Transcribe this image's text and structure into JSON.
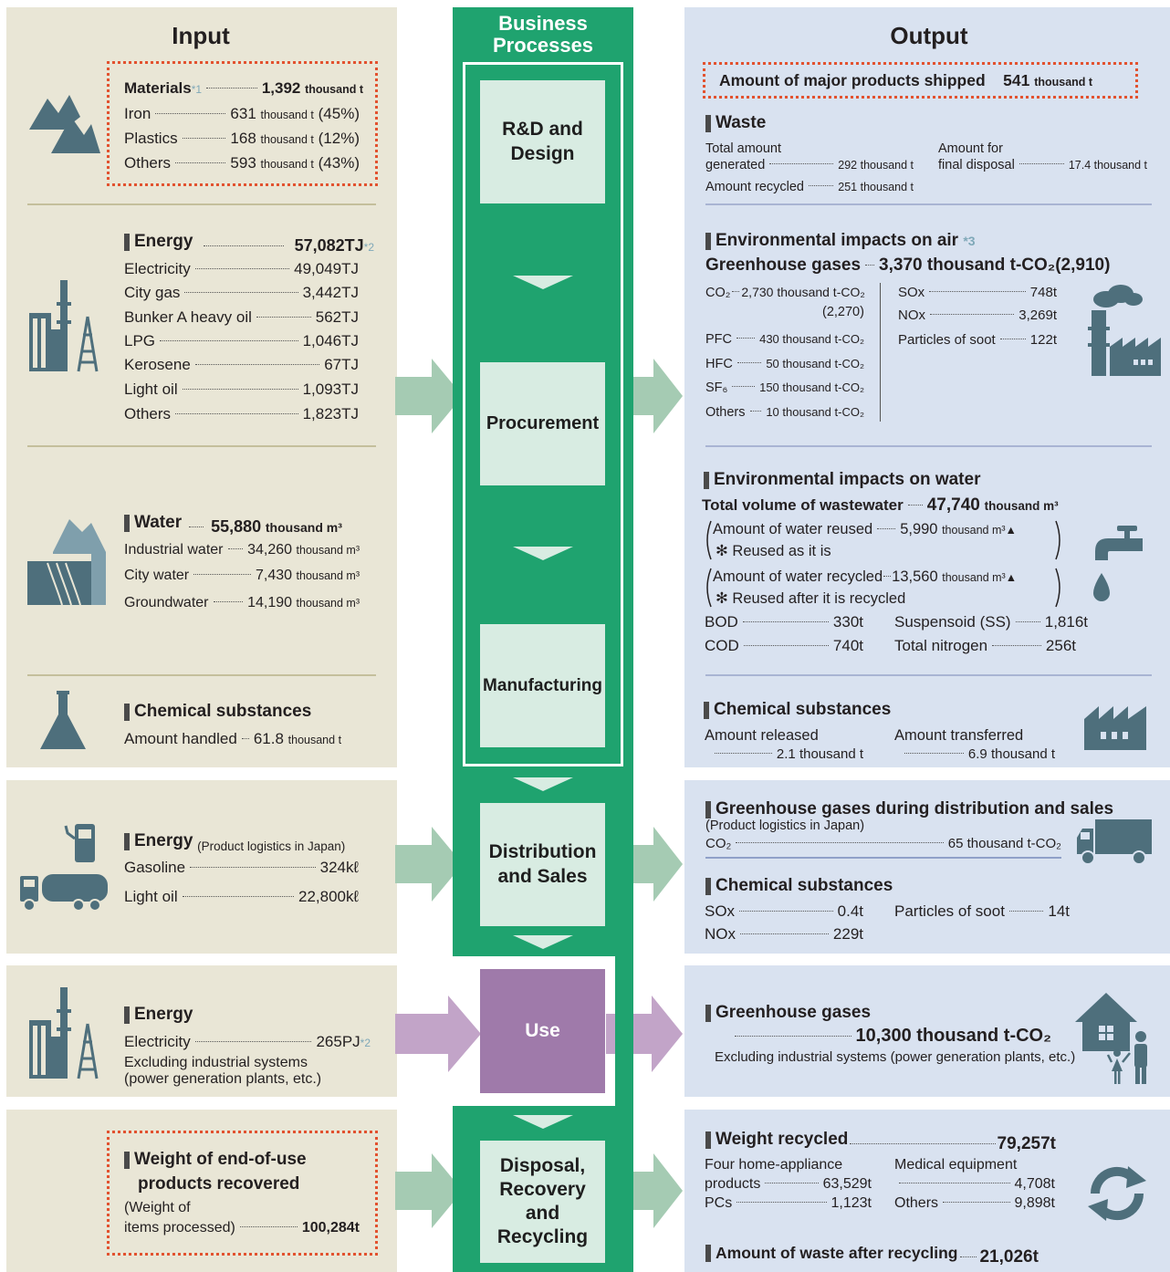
{
  "input": {
    "heading": "Input",
    "materials": {
      "title": "Materials",
      "note": "*1",
      "total": "1,392",
      "total_unit": "thousand t",
      "items": [
        {
          "label": "Iron",
          "value": "631",
          "unit": "thousand t",
          "pct": "(45%)"
        },
        {
          "label": "Plastics",
          "value": "168",
          "unit": "thousand t",
          "pct": "(12%)"
        },
        {
          "label": "Others",
          "value": "593",
          "unit": "thousand t",
          "pct": "(43%)"
        }
      ]
    },
    "energy": {
      "title": "Energy",
      "total": "57,082TJ",
      "note": "*2",
      "items": [
        {
          "label": "Electricity",
          "value": "49,049TJ"
        },
        {
          "label": "City gas",
          "value": "3,442TJ"
        },
        {
          "label": "Bunker A heavy oil",
          "value": "562TJ"
        },
        {
          "label": "LPG",
          "value": "1,046TJ"
        },
        {
          "label": "Kerosene",
          "value": "67TJ"
        },
        {
          "label": "Light oil",
          "value": "1,093TJ"
        },
        {
          "label": "Others",
          "value": "1,823TJ"
        }
      ]
    },
    "water": {
      "title": "Water",
      "total": "55,880",
      "total_unit": "thousand m³",
      "items": [
        {
          "label": "Industrial water",
          "value": "34,260",
          "unit": "thousand m³"
        },
        {
          "label": "City water",
          "value": "7,430",
          "unit": "thousand m³"
        },
        {
          "label": "Groundwater",
          "value": "14,190",
          "unit": "thousand m³"
        }
      ]
    },
    "chemical": {
      "title": "Chemical substances",
      "label": "Amount handled",
      "value": "61.8",
      "unit": "thousand t"
    },
    "logistics": {
      "title": "Energy",
      "subtitle": "(Product logistics in Japan)",
      "items": [
        {
          "label": "Gasoline",
          "value": "324kℓ"
        },
        {
          "label": "Light oil",
          "value": "22,800kℓ"
        }
      ]
    },
    "use": {
      "title": "Energy",
      "label": "Electricity",
      "value": "265PJ",
      "note": "*2",
      "line1": "Excluding industrial systems",
      "line2": "(power generation plants, etc.)"
    },
    "recovered": {
      "line1": "Weight of end-of-use",
      "line2": "products recovered",
      "line3": "(Weight of",
      "line4": "items processed)",
      "value": "100,284t"
    }
  },
  "process": {
    "heading_line1": "Business",
    "heading_line2": "Processes",
    "rd_line1": "R&D and",
    "rd_line2": "Design",
    "procurement": "Procurement",
    "manufacturing": "Manufacturing",
    "distribution_line1": "Distribution",
    "distribution_line2": "and Sales",
    "use": "Use",
    "disposal_line1": "Disposal,",
    "disposal_line2": "Recovery",
    "disposal_line3": "and",
    "disposal_line4": "Recycling"
  },
  "output": {
    "heading": "Output",
    "shipped_label": "Amount of major products shipped",
    "shipped_value": "541",
    "shipped_unit": "thousand t",
    "waste": {
      "title": "Waste",
      "generated_l1": "Total amount",
      "generated_l2": "generated",
      "generated_value": "292 thousand t",
      "recycled_label": "Amount recycled",
      "recycled_value": "251 thousand t",
      "disposal_l1": "Amount for",
      "disposal_l2": "final disposal",
      "disposal_value": "17.4 thousand t"
    },
    "air": {
      "title": "Environmental impacts on air",
      "note": "*3",
      "ghg_label": "Greenhouse gases",
      "ghg_value": "3,370 thousand t-CO₂(2,910)",
      "co2_label": "CO₂",
      "co2_value": "2,730 thousand t-CO₂",
      "co2_paren": "(2,270)",
      "gases": [
        {
          "label": "PFC",
          "value": "430 thousand t-CO₂"
        },
        {
          "label": "HFC",
          "value": "50 thousand t-CO₂"
        },
        {
          "label": "SF₆",
          "value": "150 thousand t-CO₂"
        },
        {
          "label": "Others",
          "value": "10 thousand t-CO₂"
        }
      ],
      "pollutants": [
        {
          "label": "SOx",
          "value": "748t"
        },
        {
          "label": "NOx",
          "value": "3,269t"
        },
        {
          "label": "Particles of soot",
          "value": "122t"
        }
      ]
    },
    "water": {
      "title": "Environmental impacts on water",
      "total_label": "Total volume of wastewater",
      "total_value": "47,740",
      "total_unit": "thousand m³",
      "reused_label": "Amount of water reused",
      "reused_value": "5,990",
      "reused_unit": "thousand m³▲",
      "reused_note": "✻ Reused as it is",
      "recycled_label": "Amount of water recycled",
      "recycled_value": "13,560",
      "recycled_unit": "thousand m³▲",
      "recycled_note": "✻ Reused after it is recycled",
      "bod_label": "BOD",
      "bod_value": "330t",
      "cod_label": "COD",
      "cod_value": "740t",
      "ss_label": "Suspensoid (SS)",
      "ss_value": "1,816t",
      "tn_label": "Total nitrogen",
      "tn_value": "256t"
    },
    "chemical": {
      "title": "Chemical substances",
      "released_label": "Amount released",
      "released_value": "2.1 thousand t",
      "transferred_label": "Amount transferred",
      "transferred_value": "6.9 thousand t"
    },
    "distribution": {
      "title": "Greenhouse gases during distribution and sales",
      "subtitle": "(Product logistics in Japan)",
      "co2_label": "CO₂",
      "co2_value": "65 thousand t-CO₂",
      "chem_title": "Chemical substances",
      "sox_label": "SOx",
      "sox_value": "0.4t",
      "nox_label": "NOx",
      "nox_value": "229t",
      "soot_label": "Particles of soot",
      "soot_value": "14t"
    },
    "use": {
      "title": "Greenhouse gases",
      "value": "10,300 thousand t-CO₂",
      "note": "Excluding industrial systems (power generation plants, etc.)"
    },
    "recycling": {
      "title": "Weight recycled",
      "total": "79,257t",
      "four_l1": "Four home-appliance",
      "four_l2": "products",
      "four_value": "63,529t",
      "pcs_label": "PCs",
      "pcs_value": "1,123t",
      "medical_l1": "Medical equipment",
      "medical_value": "4,708t",
      "others_label": "Others",
      "others_value": "9,898t",
      "waste_label": "Amount of waste after recycling",
      "waste_value": "21,026t"
    }
  },
  "colors": {
    "input_panel": "#e9e6d6",
    "output_panel": "#d9e2f0",
    "process_green": "#1fa36f",
    "process_box": "#d8ece2",
    "use_purple": "#9f7aaa",
    "arrow_green": "#a5cbb3",
    "arrow_purple": "#c2a4c8",
    "icon": "#4e6f7c",
    "red_dotted": "#e2522f"
  }
}
